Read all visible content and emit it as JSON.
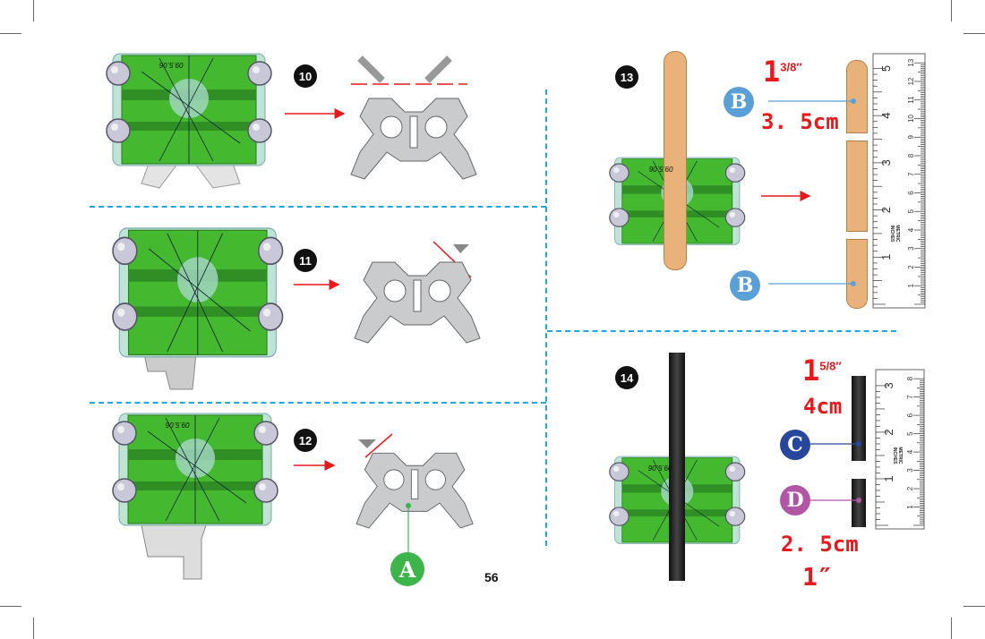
{
  "page_number": "56",
  "steps": [
    {
      "number": "10"
    },
    {
      "number": "11"
    },
    {
      "number": "12"
    },
    {
      "number": "13"
    },
    {
      "number": "14"
    }
  ],
  "parts": {
    "A": {
      "label": "A",
      "color": "#3db54a"
    },
    "B": {
      "label": "B",
      "color": "#5a9fd6"
    },
    "C": {
      "label": "C",
      "color": "#27479c"
    },
    "D": {
      "label": "D",
      "color": "#b155a5"
    }
  },
  "measurements": {
    "stick_b": {
      "whole": "1",
      "fraction": "3/8″",
      "metric": "3. 5cm"
    },
    "rod_c": {
      "whole": "1",
      "fraction": "5/8″",
      "metric": "4cm"
    },
    "rod_d": {
      "metric": "2. 5cm",
      "imperial": "1″"
    }
  },
  "device_label": "09.5.06",
  "rulers": [
    {
      "inches": [
        "1",
        "2",
        "3",
        "4",
        "5"
      ],
      "metric": [
        "1",
        "2",
        "3",
        "4",
        "5",
        "6",
        "7",
        "8",
        "9",
        "10",
        "11",
        "12",
        "13"
      ],
      "unit_labels": [
        "INCHES",
        "METRIC"
      ]
    },
    {
      "inches": [
        "1",
        "2",
        "3"
      ],
      "metric": [
        "1",
        "2",
        "3",
        "4",
        "5",
        "6",
        "7",
        "8"
      ],
      "unit_labels": [
        "INCHES",
        "METRIC"
      ]
    }
  ],
  "colors": {
    "accent_red": "#e8191c",
    "dashed": "#1ea7e0",
    "green": "#3fb832",
    "wood": "#e8b27a",
    "rod": "#2a2a2a"
  }
}
